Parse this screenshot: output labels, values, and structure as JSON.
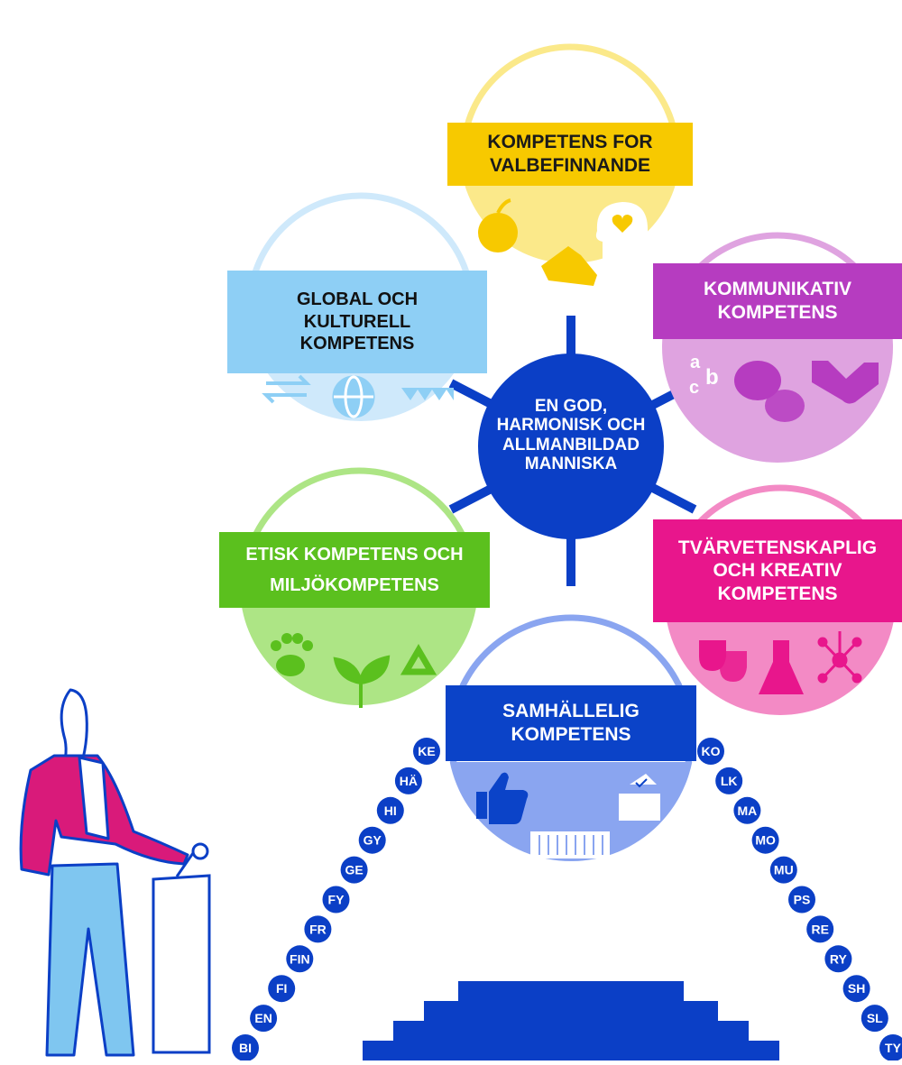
{
  "center": {
    "lines": [
      "EN GOD,",
      "HARMONISK OCH",
      "ALLMANBILDAD",
      "MANNISKA"
    ],
    "color": "#0b3fc6"
  },
  "competences": {
    "wellbeing": {
      "lines": [
        "KOMPETENS FOR",
        "VALBEFINNANDE"
      ],
      "band_color": "#f7c900",
      "circle_color": "#fbe98a",
      "ring_color": "#fbe98a",
      "icons": [
        "apple-icon",
        "sneaker-icon",
        "head-heart-icon"
      ]
    },
    "global": {
      "lines": [
        "GLOBAL OCH",
        "KULTURELL",
        "KOMPETENS"
      ],
      "band_color": "#8ecff5",
      "circle_color": "#cfe9fb",
      "ring_color": "#cfe9fb",
      "icons": [
        "arrows-icon",
        "globe-icon",
        "bunting-icon"
      ]
    },
    "communicative": {
      "lines": [
        "KOMMUNIKATIV",
        "KOMPETENS"
      ],
      "band_color": "#b63cc0",
      "circle_color": "#dfa3e0",
      "ring_color": "#dfa3e0",
      "icons": [
        "abc-icon",
        "speech-bubbles-icon",
        "handshake-icon"
      ]
    },
    "ethics": {
      "lines": [
        "ETISK KOMPETENS OCH",
        "MILJÖKOMPETENS"
      ],
      "band_color": "#5bc01e",
      "circle_color": "#ade585",
      "ring_color": "#ade585",
      "icons": [
        "paw-icon",
        "sprout-icon",
        "recycle-icon"
      ]
    },
    "creative": {
      "lines": [
        "TVÄRVETENSKAPLIG",
        "OCH KREATIV",
        "KOMPETENS"
      ],
      "band_color": "#e8168c",
      "circle_color": "#f38ac5",
      "ring_color": "#f38ac5",
      "icons": [
        "theatre-masks-icon",
        "flask-icon",
        "network-icon"
      ]
    },
    "society": {
      "lines": [
        "SAMHÄLLELIG",
        "KOMPETENS"
      ],
      "band_color": "#0b43c8",
      "circle_color": "#8aa5f0",
      "ring_color": "#8aa5f0",
      "icons": [
        "thumbs-up-icon",
        "ballot-box-icon",
        "building-icon"
      ]
    }
  },
  "subjects_left": [
    "KE",
    "HÄ",
    "HI",
    "GY",
    "GE",
    "FY",
    "FR",
    "FIN",
    "FI",
    "EN",
    "BI"
  ],
  "subjects_right": [
    "KO",
    "LK",
    "MA",
    "MO",
    "MU",
    "PS",
    "RE",
    "RY",
    "SH",
    "SL",
    "TY"
  ],
  "colors": {
    "subject_badge": "#0b3fc6",
    "spoke": "#0b3fc6",
    "steps": "#0b3fc6",
    "figure_jacket": "#d91a7a",
    "figure_pants": "#7fc6f0",
    "figure_outline": "#0b3fc6"
  }
}
